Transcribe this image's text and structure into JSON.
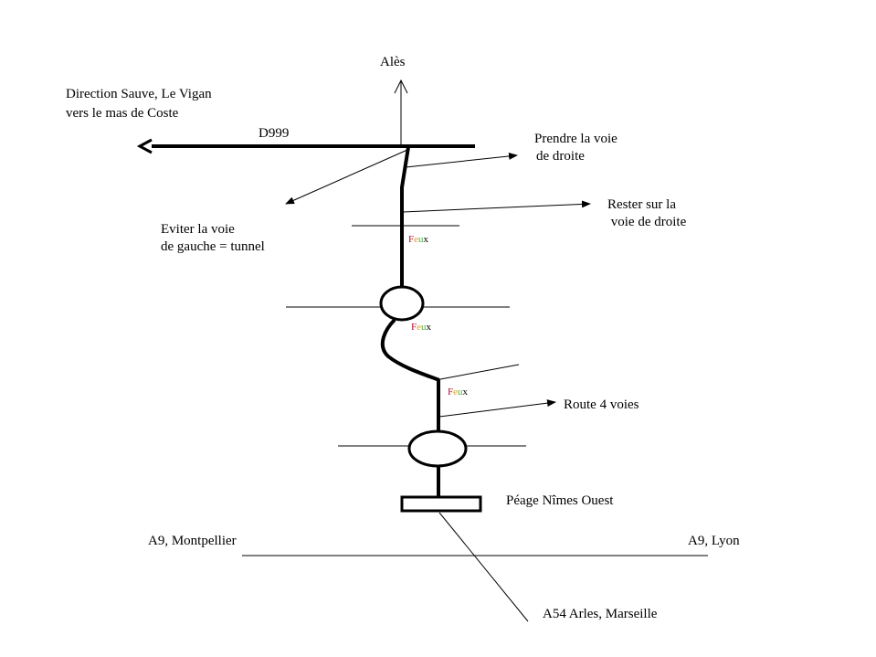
{
  "labels": {
    "north": "Alès",
    "west_line1": "Direction Sauve, Le Vigan",
    "west_line2": "vers le mas de Coste",
    "road": "D999",
    "right1_line1": "Prendre la voie",
    "right1_line2": "de droite",
    "right2_line1": "Rester sur la",
    "right2_line2": " voie de droite",
    "left_line1": "Eviter la voie",
    "left_line2": "de gauche = tunnel",
    "route4": "Route 4 voies",
    "peage": "Péage Nîmes Ouest",
    "a9_west": "A9, Montpellier",
    "a9_east": "A9, Lyon",
    "a54": "A54 Arles, Marseille"
  },
  "feux": {
    "f": "F",
    "e": "e",
    "u": "u",
    "x": "x"
  },
  "colors": {
    "f": "#b0102e",
    "e": "#e0a020",
    "u": "#50b040",
    "x": "#000000"
  }
}
